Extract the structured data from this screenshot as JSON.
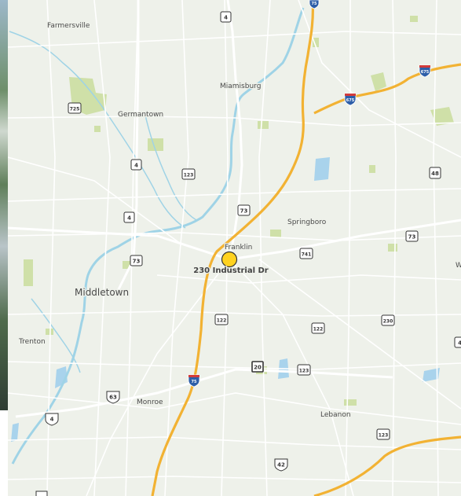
{
  "colors": {
    "land": "#eef1ea",
    "water": "#9fd3e6",
    "interstate": "#f2b233",
    "roads": "#ffffff",
    "park": "#cfe0a8",
    "marker_fill": "#ffd21f",
    "marker_stroke": "#333333",
    "label": "#4a4a4a"
  },
  "marker": {
    "label": "230 Industrial Dr"
  },
  "places": {
    "farmersville": "Farmersville",
    "miamisburg": "Miamisburg",
    "germantown": "Germantown",
    "springboro": "Springboro",
    "franklin": "Franklin",
    "middletown": "Middletown",
    "trenton": "Trenton",
    "monroe": "Monroe",
    "lebanon": "Lebanon",
    "edge_w": "W"
  },
  "shields": {
    "i75_top": "75",
    "i675_a": "675",
    "i675_b": "675",
    "i75_bottom": "75",
    "r4_a": "4",
    "r725": "725",
    "r4_b": "4",
    "r123_a": "123",
    "r4_c": "4",
    "r73_a": "73",
    "r73_b": "73",
    "r741": "741",
    "r73_c": "73",
    "r48": "48",
    "r122_a": "122",
    "r122_b": "122",
    "r230": "230",
    "r20": "20",
    "r123_b": "123",
    "r63": "63",
    "r4_d": "4",
    "r123_c": "123",
    "r42": "42",
    "r4_e": "4"
  }
}
